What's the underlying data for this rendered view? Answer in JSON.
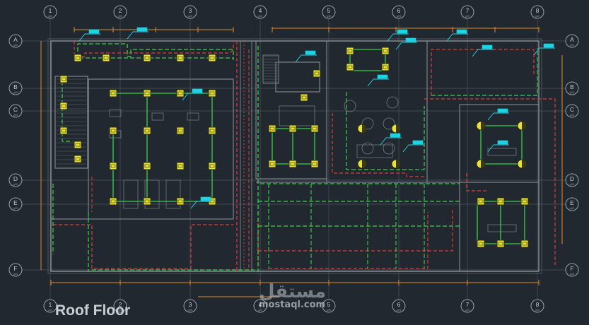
{
  "title": "Roof Floor",
  "watermark": {
    "arabic": "مستقل",
    "latin": "mostaql.com"
  },
  "grid": {
    "columns": [
      "1",
      "2",
      "3",
      "4",
      "5",
      "6",
      "7",
      "8"
    ],
    "rows": [
      "A",
      "B",
      "C",
      "D",
      "E",
      "F"
    ],
    "bubble_sublabel": "g05"
  },
  "colors": {
    "background": "#212830",
    "walls": "#8d949b",
    "gridline": "#4b535b",
    "dimension": "#e08a2a",
    "circuit_green": "#39d24a",
    "circuit_red": "#e23a3a",
    "fixture": "#e8e23a",
    "annotation": "#1fd3e3",
    "bubble": "#9aa1a8"
  }
}
